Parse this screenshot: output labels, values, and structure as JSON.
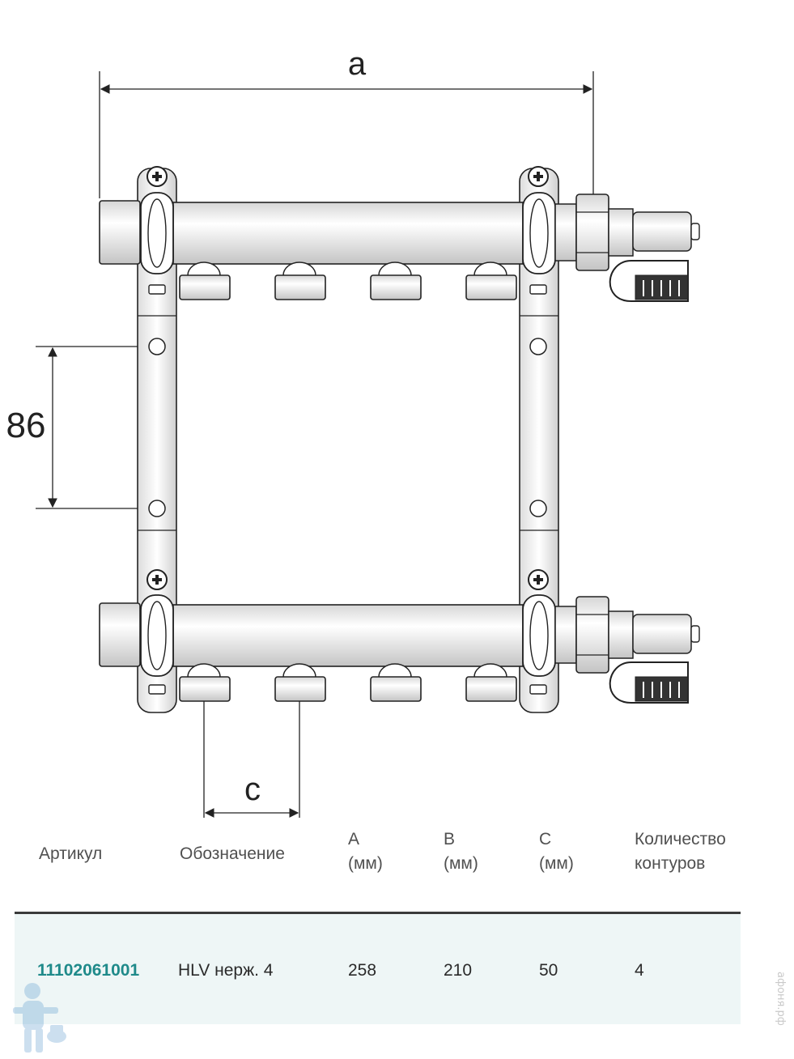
{
  "dimensions": {
    "a": "a",
    "b": "86",
    "c": "c"
  },
  "table": {
    "headers": {
      "article": "Артикул",
      "designation": "Обозначение",
      "a": "A\n(мм)",
      "b": "B\n(мм)",
      "c": "C\n(мм)",
      "circuits": "Количество\nконтуров"
    },
    "row": {
      "article": "11102061001",
      "designation": "HLV нерж. 4",
      "a": "258",
      "b": "210",
      "c": "50",
      "circuits": "4"
    }
  },
  "watermark": {
    "text": "афоня.рф"
  },
  "colors": {
    "accent": "#1f8a8a",
    "line": "#222222",
    "band": "#eef6f6"
  }
}
